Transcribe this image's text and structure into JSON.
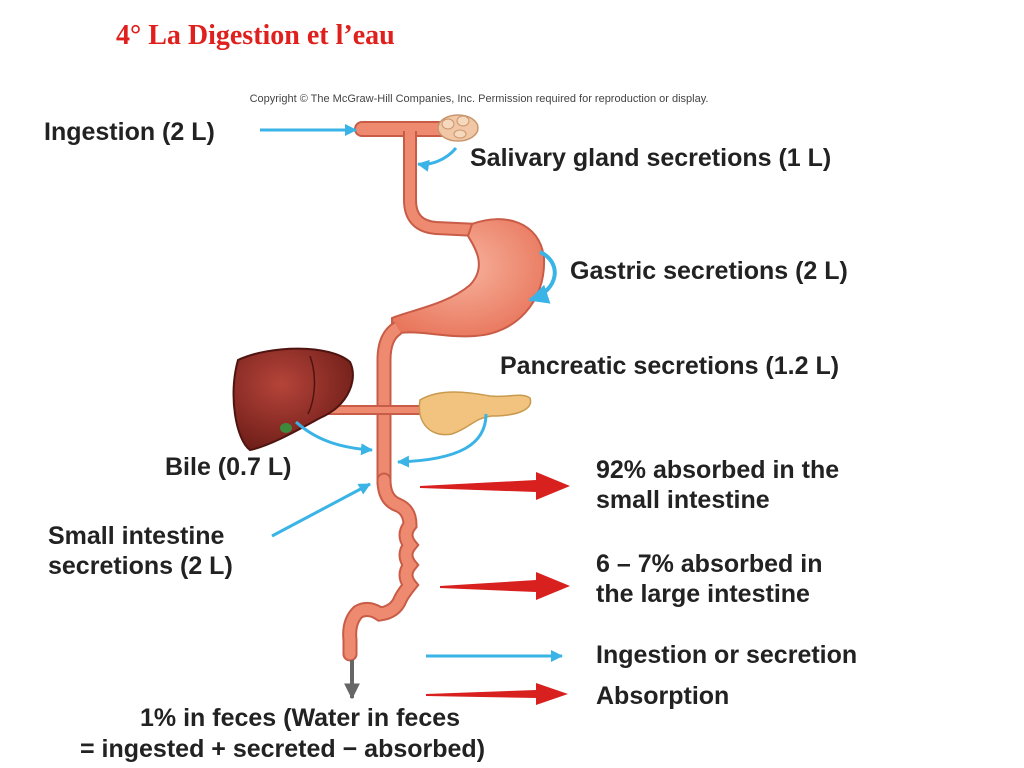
{
  "title": "4° La Digestion et l’eau",
  "copyright": "Copyright © The McGraw-Hill Companies, Inc. Permission required for reproduction or display.",
  "labels": {
    "ingestion": "Ingestion (2 L)",
    "salivary": "Salivary gland secretions (1 L)",
    "gastric": "Gastric secretions (2 L)",
    "pancreatic": "Pancreatic secretions (1.2 L)",
    "bile": "Bile (0.7 L)",
    "small_secretions_line1": "Small intestine",
    "small_secretions_line2": "secretions (2 L)",
    "absorbed_small_line1": "92% absorbed in the",
    "absorbed_small_line2": "small intestine",
    "absorbed_large_line1": "6 – 7% absorbed in",
    "absorbed_large_line2": "the large intestine",
    "feces_line1": "1% in feces (Water in feces",
    "feces_line2": "= ingested + secreted − absorbed)"
  },
  "legend": {
    "ingestion_or_secretion": "Ingestion or secretion",
    "absorption": "Absorption"
  },
  "colors": {
    "title": "#e0201c",
    "secretion_arrow": "#3ab3e6",
    "absorption_arrow": "#d8201e",
    "tract": "#ee8a70",
    "tract_outline": "#c95c47",
    "liver": "#8f2a24",
    "pancreas": "#f1c37e"
  }
}
